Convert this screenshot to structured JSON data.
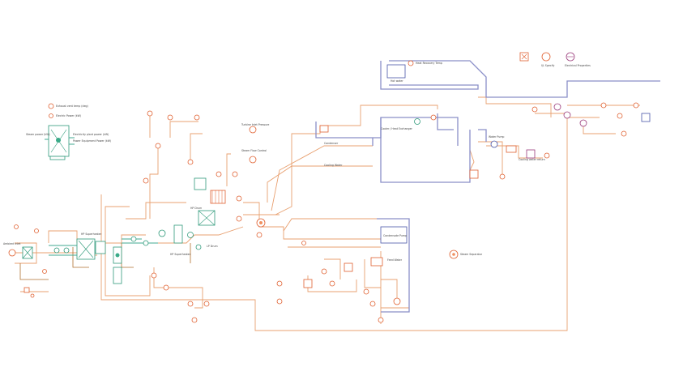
{
  "legend": {
    "items": [
      {
        "icon": "turbine-symbol-icon",
        "label": ""
      },
      {
        "icon": "sensor-symbol-icon",
        "label": "I/L Specify"
      },
      {
        "icon": "stream-symbol-icon",
        "label": "Electrical Properties"
      }
    ]
  },
  "annotations": {
    "gen_block_title": "Exhaust vent temp (deg)",
    "gen_block_sub1": "Electric Power (kW)",
    "gen_block_sub2": "Electricity plant power (kW)",
    "gen_block_sub3": "Power Equipment Power (kW)",
    "gen_block_left": "Steam power (kW)",
    "inlet": "Ambient Inlet",
    "top_loop": "Hot water",
    "top_loop_sub": "Heat Recovery Temp",
    "cooler": "Cooler / Heat Exchanger",
    "cond_loop": "Condenser",
    "cond_loop_sub": "Cooling Water",
    "right_box": "Cooling water return",
    "right_box2": "Water Pump",
    "ref1": "Turbine Inlet Pressure",
    "ref2": "Steam Flow Control",
    "bottom_loop": "Condensate Pump",
    "bottom_loop_sub": "Feed Water",
    "orphan": "Steam Separator",
    "lower_left1": "HP Superheater",
    "lower_left2": "LP Drum",
    "lower_left3": "HP Drum"
  }
}
